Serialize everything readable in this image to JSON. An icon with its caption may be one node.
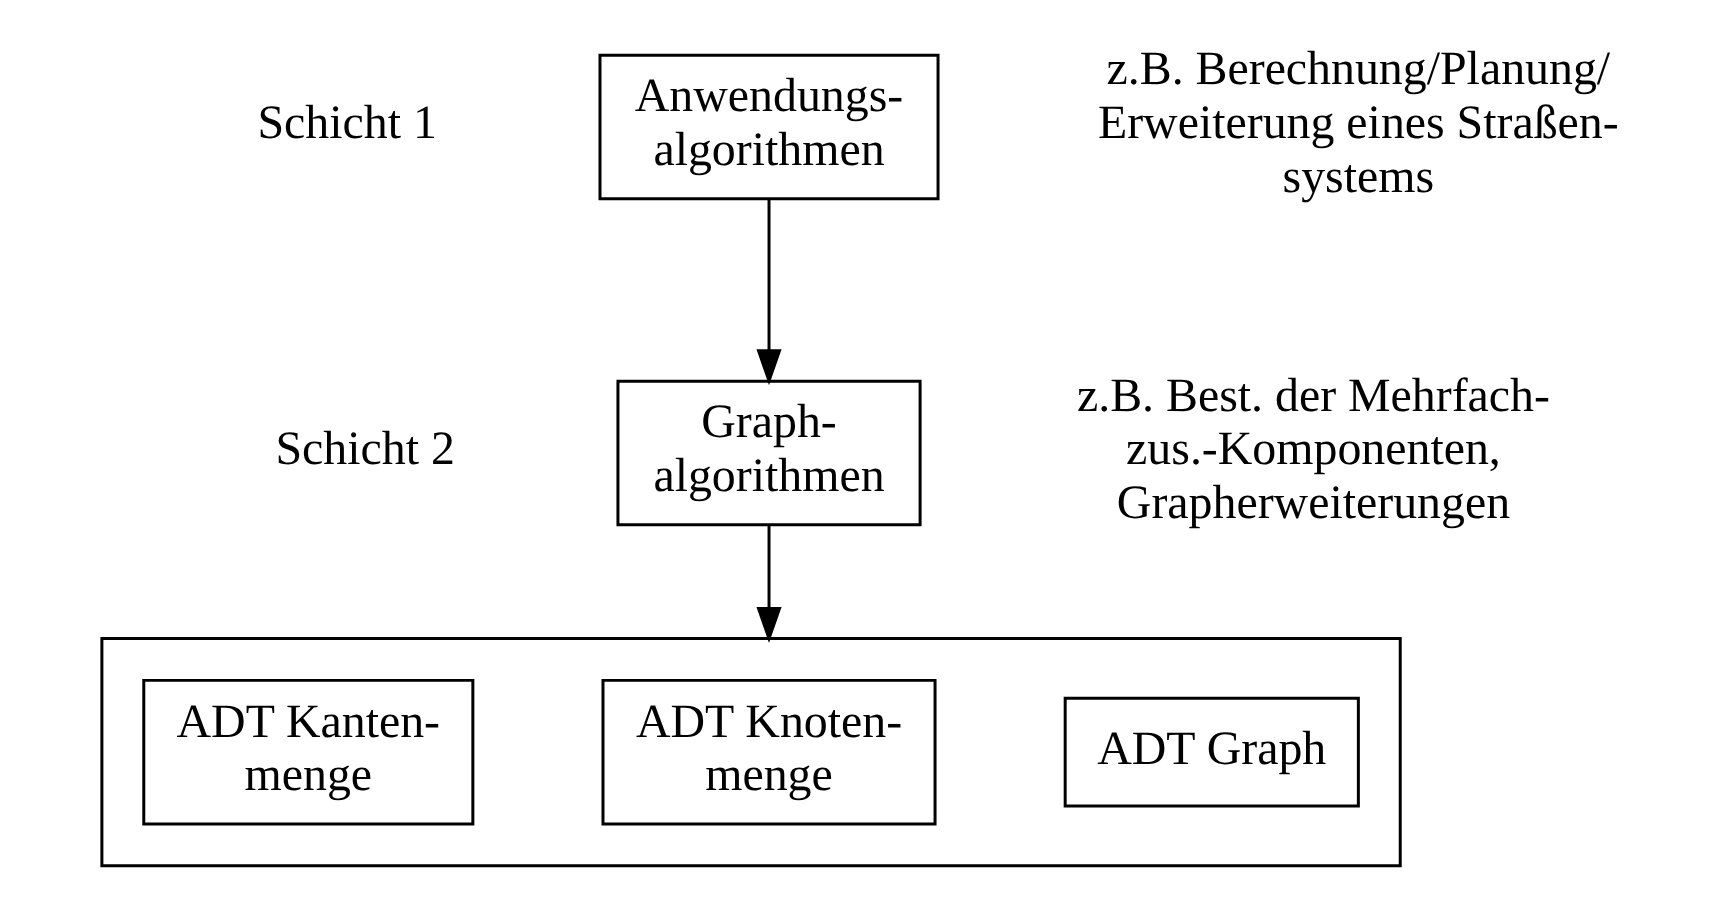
{
  "diagram": {
    "nodes": [
      {
        "text": [
          "Anwendungs- algorithmen"
        ]
      },
      {
        "text": [
          "Graph- algorithmen"
        ]
      },
      {
        "text": [],
        "shape": "box"
      },
      {
        "text": [
          "ADT Kanten- menge"
        ],
        "in": 2
      },
      {
        "text": [
          "ADT Knoten- menge"
        ],
        "in": 2
      },
      {
        "text": [
          "ADT Graph"
        ],
        "in": 2
      }
    ],
    "edges": [
      {
        "from": 0,
        "to": 1,
        "arrow": "to"
      },
      {
        "from": 1,
        "to": 2,
        "arrow": "to"
      }
    ],
    "labels": [
      "Schicht 1",
      "z.B. Berechnung/Planung/ Erweiterung eines Straßen- systems",
      "Schicht 2",
      "z.B. Best. der Mehrfach- zus.-Komponenten, Grapherweiterungen"
    ]
  }
}
